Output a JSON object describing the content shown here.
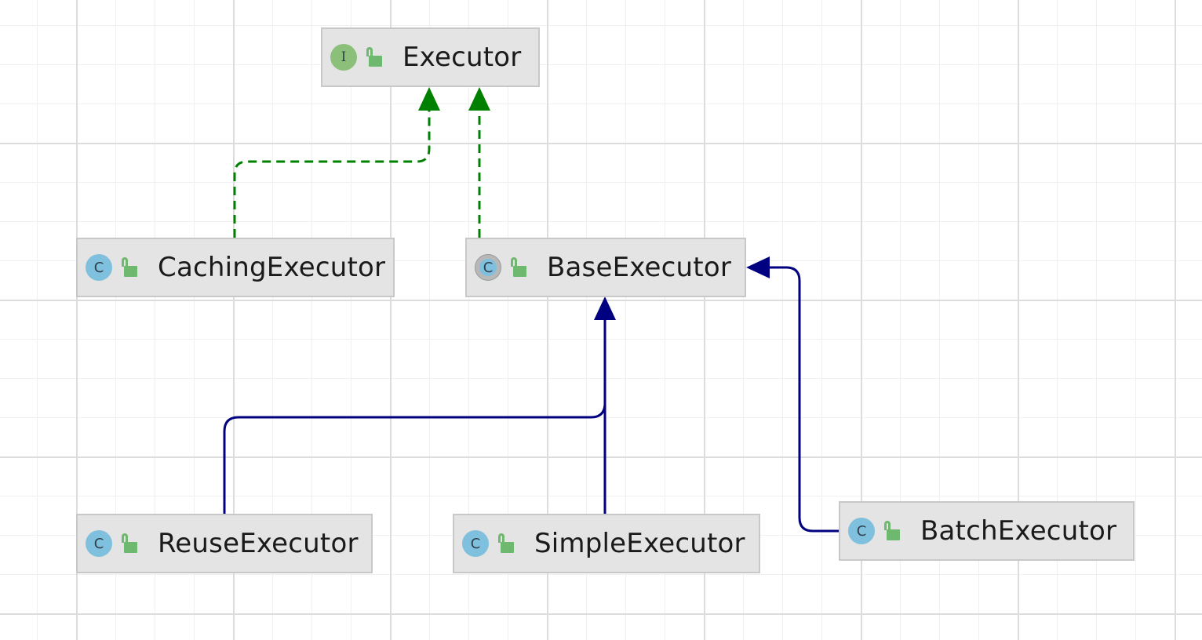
{
  "diagram": {
    "nodes": [
      {
        "id": "executor",
        "kind": "interface",
        "badge": "I",
        "name": "Executor"
      },
      {
        "id": "caching-executor",
        "kind": "class",
        "badge": "C",
        "name": "CachingExecutor"
      },
      {
        "id": "base-executor",
        "kind": "abstract-class",
        "badge": "C",
        "name": "BaseExecutor"
      },
      {
        "id": "reuse-executor",
        "kind": "class",
        "badge": "C",
        "name": "ReuseExecutor"
      },
      {
        "id": "simple-executor",
        "kind": "class",
        "badge": "C",
        "name": "SimpleExecutor"
      },
      {
        "id": "batch-executor",
        "kind": "class",
        "badge": "C",
        "name": "BatchExecutor"
      }
    ],
    "edges": [
      {
        "from": "caching-executor",
        "to": "executor",
        "type": "implements"
      },
      {
        "from": "base-executor",
        "to": "executor",
        "type": "implements"
      },
      {
        "from": "reuse-executor",
        "to": "base-executor",
        "type": "extends"
      },
      {
        "from": "simple-executor",
        "to": "base-executor",
        "type": "extends"
      },
      {
        "from": "batch-executor",
        "to": "base-executor",
        "type": "extends"
      }
    ],
    "icons": {
      "visibility": "unlock-icon",
      "class": "class-icon",
      "abstract": "abstract-class-icon",
      "interface": "interface-icon"
    },
    "colors": {
      "implements": "#008000",
      "extends": "#000080",
      "node_fill": "#e4e4e4",
      "class_badge": "#7ec0dd",
      "interface_badge": "#8cc07a",
      "lock": "#6fb86f"
    }
  }
}
